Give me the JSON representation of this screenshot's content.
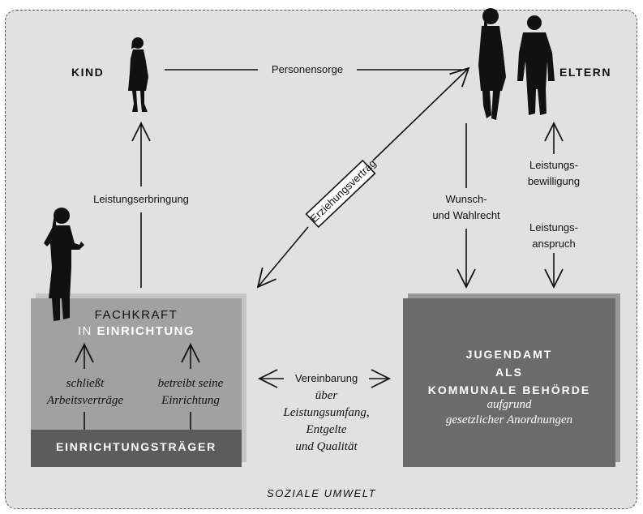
{
  "nodes": {
    "kind": "KIND",
    "eltern": "ELTERN",
    "fachkraft_line1": "FACHKRAFT",
    "fachkraft_in": "IN",
    "fachkraft_einrichtung": "EINRICHTUNG",
    "traeger": "EINRICHTUNGSTRÄGER",
    "jugendamt_line1": "JUGENDAMT",
    "jugendamt_line2": "ALS",
    "jugendamt_line3": "KOMMUNALE BEHÖRDE",
    "jugendamt_sub1": "aufgrund",
    "jugendamt_sub2": "gesetzlicher Anordnungen"
  },
  "relations": {
    "personensorge": "Personensorge",
    "leistungserbringung": "Leistungserbringung",
    "erziehungsvertrag": "Erziehungsvertrag",
    "wunsch_1": "Wunsch-",
    "wunsch_2": "und Wahlrecht",
    "bewilligung_1": "Leistungs-",
    "bewilligung_2": "bewilligung",
    "anspruch_1": "Leistungs-",
    "anspruch_2": "anspruch",
    "schliesst_1": "schließt",
    "schliesst_2": "Arbeitsverträge",
    "betreibt_1": "betreibt seine",
    "betreibt_2": "Einrichtung",
    "vereinbarung": "Vereinbarung",
    "ueber": "über",
    "leistungsumfang": "Leistungsumfang,",
    "entgelte": "Entgelte",
    "qualitaet": "und Qualität"
  },
  "footer": "SOZIALE UMWELT",
  "icons": [
    "child-silhouette-icon",
    "parents-silhouette-icon",
    "woman-silhouette-icon"
  ],
  "colors": {
    "background": "#e1e1e1",
    "fachkraft_box": "#a1a1a1",
    "traeger_box": "#5c5c5c",
    "jugendamt_box": "#6b6b6b",
    "silhouette": "#111111"
  }
}
